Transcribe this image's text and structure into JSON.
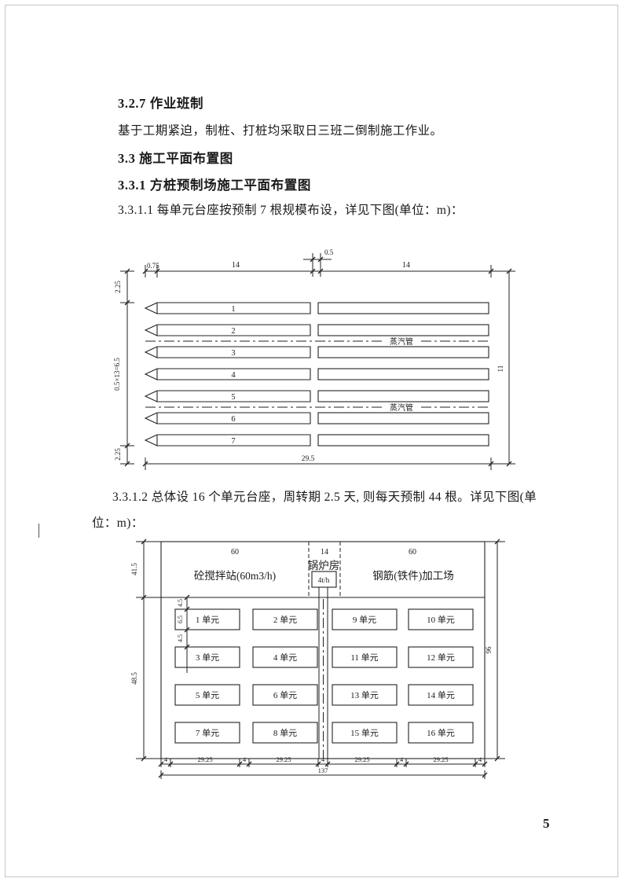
{
  "page": {
    "number": "5"
  },
  "content": {
    "heading_327": "3.2.7 作业班制",
    "para_327": "基于工期紧迫，制桩、打桩均采取日三班二倒制施工作业。",
    "heading_33": "3.3 施工平面布置图",
    "heading_331": "3.3.1 方桩预制场施工平面布置图",
    "para_3311": "3.3.1.1 每单元台座按预制 7 根规模布设，详见下图(单位：m)：",
    "para_3312_line1": "3.3.1.2 总体设 16 个单元台座，周转期 2.5 天, 则每天预制 44 根。详见下图(单",
    "para_3312_line2": "位：m)："
  },
  "diagram1": {
    "dim_top_left": "0.75",
    "dim_span": "14",
    "dim_gap": "0.5",
    "dim_left_top": "2.25",
    "dim_left_mid": "0.5×13=6.5",
    "dim_left_bottom": "2.25",
    "dim_right": "11",
    "dim_bottom": "29.5",
    "piles": [
      "1",
      "2",
      "3",
      "4",
      "5",
      "6",
      "7"
    ],
    "steam_pipe": "蒸汽管"
  },
  "diagram2": {
    "dim_top": [
      "60",
      "14",
      "60"
    ],
    "mixer": "砼搅拌站(60m3/h)",
    "boiler": "锅炉房",
    "boiler_rate": "4t/h",
    "rebar": "钢筋(铁件)加工场",
    "dim_left_top": "41.5",
    "dim_left_bottom": "48.5",
    "dim_right": "96",
    "dim_unit": [
      "4.5",
      "6.5",
      "4.5"
    ],
    "units": [
      [
        "1 单元",
        "2 单元",
        "9 单元",
        "10 单元"
      ],
      [
        "3 单元",
        "4 单元",
        "11 单元",
        "12 单元"
      ],
      [
        "5 单元",
        "6 单元",
        "13 单元",
        "14 单元"
      ],
      [
        "7 单元",
        "8 单元",
        "15 单元",
        "16 单元"
      ]
    ],
    "dim_margin": "4",
    "dim_bay": "29.25",
    "dim_total": "137"
  },
  "colors": {
    "ink": "#1a1a1a",
    "page_border": "#c4c4c4"
  }
}
